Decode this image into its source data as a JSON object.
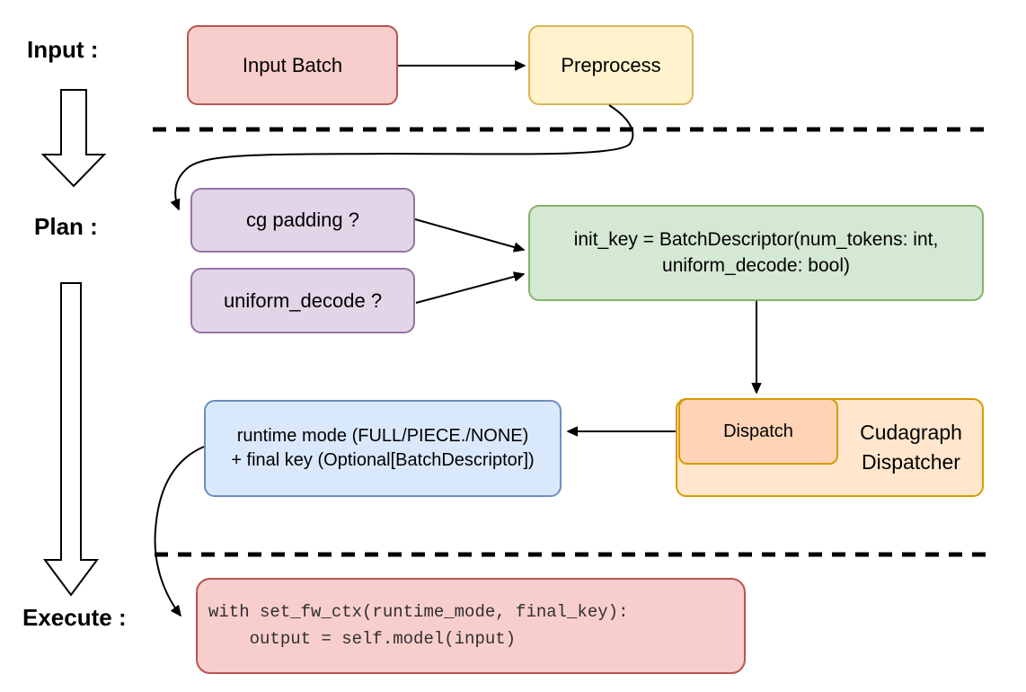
{
  "stage_labels": {
    "input": "Input :",
    "plan": "Plan :",
    "execute": "Execute :"
  },
  "nodes": {
    "input_batch": {
      "label": "Input Batch",
      "fill": "#f8cecc",
      "border": "#b85450"
    },
    "preprocess": {
      "label": "Preprocess",
      "fill": "#fff2cc",
      "border": "#d6b656"
    },
    "cg_padding": {
      "label": "cg padding ?",
      "fill": "#e1d5e7",
      "border": "#9673a6"
    },
    "uniform_decode": {
      "label": "uniform_decode ?",
      "fill": "#e1d5e7",
      "border": "#9673a6"
    },
    "init_key": {
      "line1": "init_key = BatchDescriptor(num_tokens: int,",
      "line2": "uniform_decode: bool)",
      "fill": "#d5e8d4",
      "border": "#82b366"
    },
    "dispatch": {
      "label": "Dispatch",
      "fill": "#ffd3b6",
      "border": "#d79b00"
    },
    "cudagraph_dispatcher": {
      "line1": "Cudagraph",
      "line2": "Dispatcher",
      "fill": "#ffe6cc",
      "border": "#d79b00"
    },
    "runtime_result": {
      "line1": "runtime mode (FULL/PIECE./NONE)",
      "line2": "+ final key (Optional[BatchDescriptor])",
      "fill": "#dae8fc",
      "border": "#6c8ebf"
    },
    "execute_code": {
      "line1": "with set_fw_ctx(runtime_mode, final_key):",
      "line2": "    output = self.model(input)",
      "fill": "#f8cecc",
      "border": "#b85450"
    }
  },
  "connector_color": "#000000",
  "separator_style": "dashed"
}
